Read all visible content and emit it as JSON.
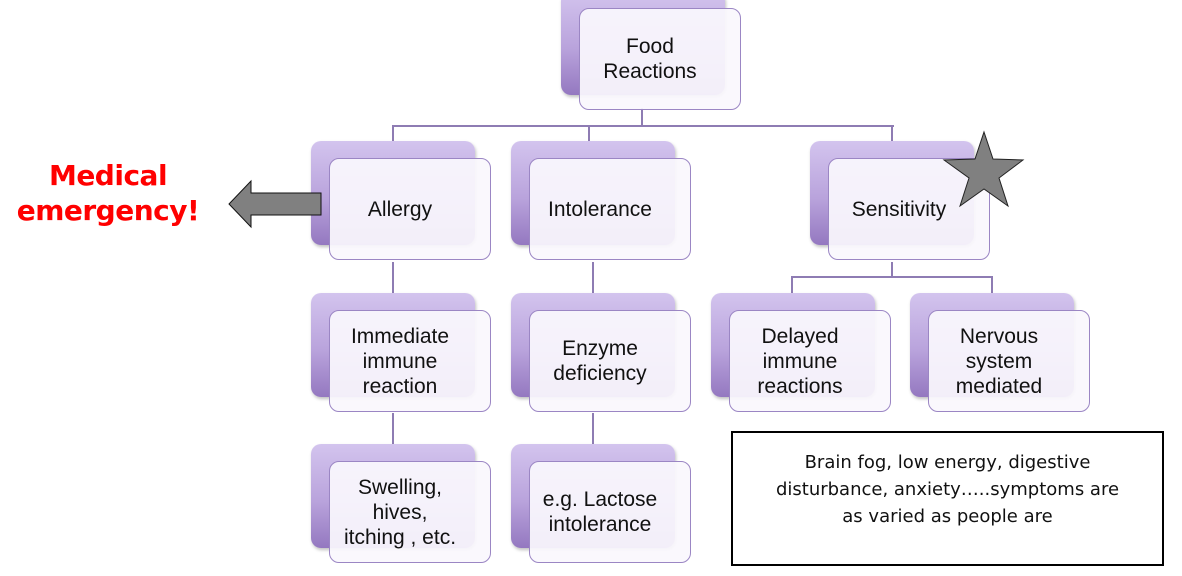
{
  "diagram": {
    "root": {
      "label": "Food\nReactions"
    },
    "categories": [
      {
        "label": "Allergy"
      },
      {
        "label": "Intolerance"
      },
      {
        "label": "Sensitivity"
      }
    ],
    "allergy_children": [
      {
        "label": "Immediate\nimmune\nreaction"
      },
      {
        "label": "Swelling,\nhives,\nitching , etc."
      }
    ],
    "intolerance_children": [
      {
        "label": "Enzyme\ndeficiency"
      },
      {
        "label": "e.g. Lactose\nintolerance"
      }
    ],
    "sensitivity_children": [
      {
        "label": "Delayed\nimmune\nreactions"
      },
      {
        "label": "Nervous\nsystem\nmediated"
      }
    ],
    "callout": {
      "label": "Medical\nemergency!",
      "color": "#ff0000"
    },
    "note": {
      "text": "Brain fog, low energy, digestive disturbance, anxiety…..symptoms are as varied as people are"
    },
    "accent_color": "#9b86c4",
    "star_color": "#808080",
    "arrow_color": "#808080"
  }
}
